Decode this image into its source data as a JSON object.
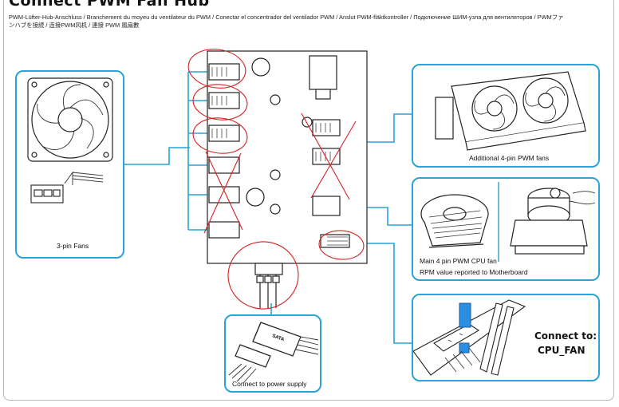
{
  "header": {
    "title": "Connect PWM Fan Hub",
    "subtitle": "PWM-Lüfter-Hub-Anschluss / Branchement du moyeu du ventilateur du PWM / Conectar el concentrador del ventilador PWM / Anslut PWM-fläktkontroller / Подключение ШИМ-узла для вентиляторов / PWMファンハブを接続 / 连接PWM风机 / 連接 PWM 風扇數"
  },
  "panels": {
    "three_pin": {
      "caption": "3-pin Fans"
    },
    "additional": {
      "caption": "Additional  4-pin PWM fans"
    },
    "cpu_fan": {
      "line1": "Main 4 pin PWM CPU fan",
      "line2": "RPM value reported to Motherboard"
    },
    "power": {
      "caption": "Connect to power supply",
      "connector_label": "SATA"
    },
    "motherboard": {
      "line1": "Connect to:",
      "line2": "CPU_FAN"
    }
  },
  "colors": {
    "accent": "#2aa3d8",
    "annotation": "#d42020",
    "line": "#222222"
  }
}
